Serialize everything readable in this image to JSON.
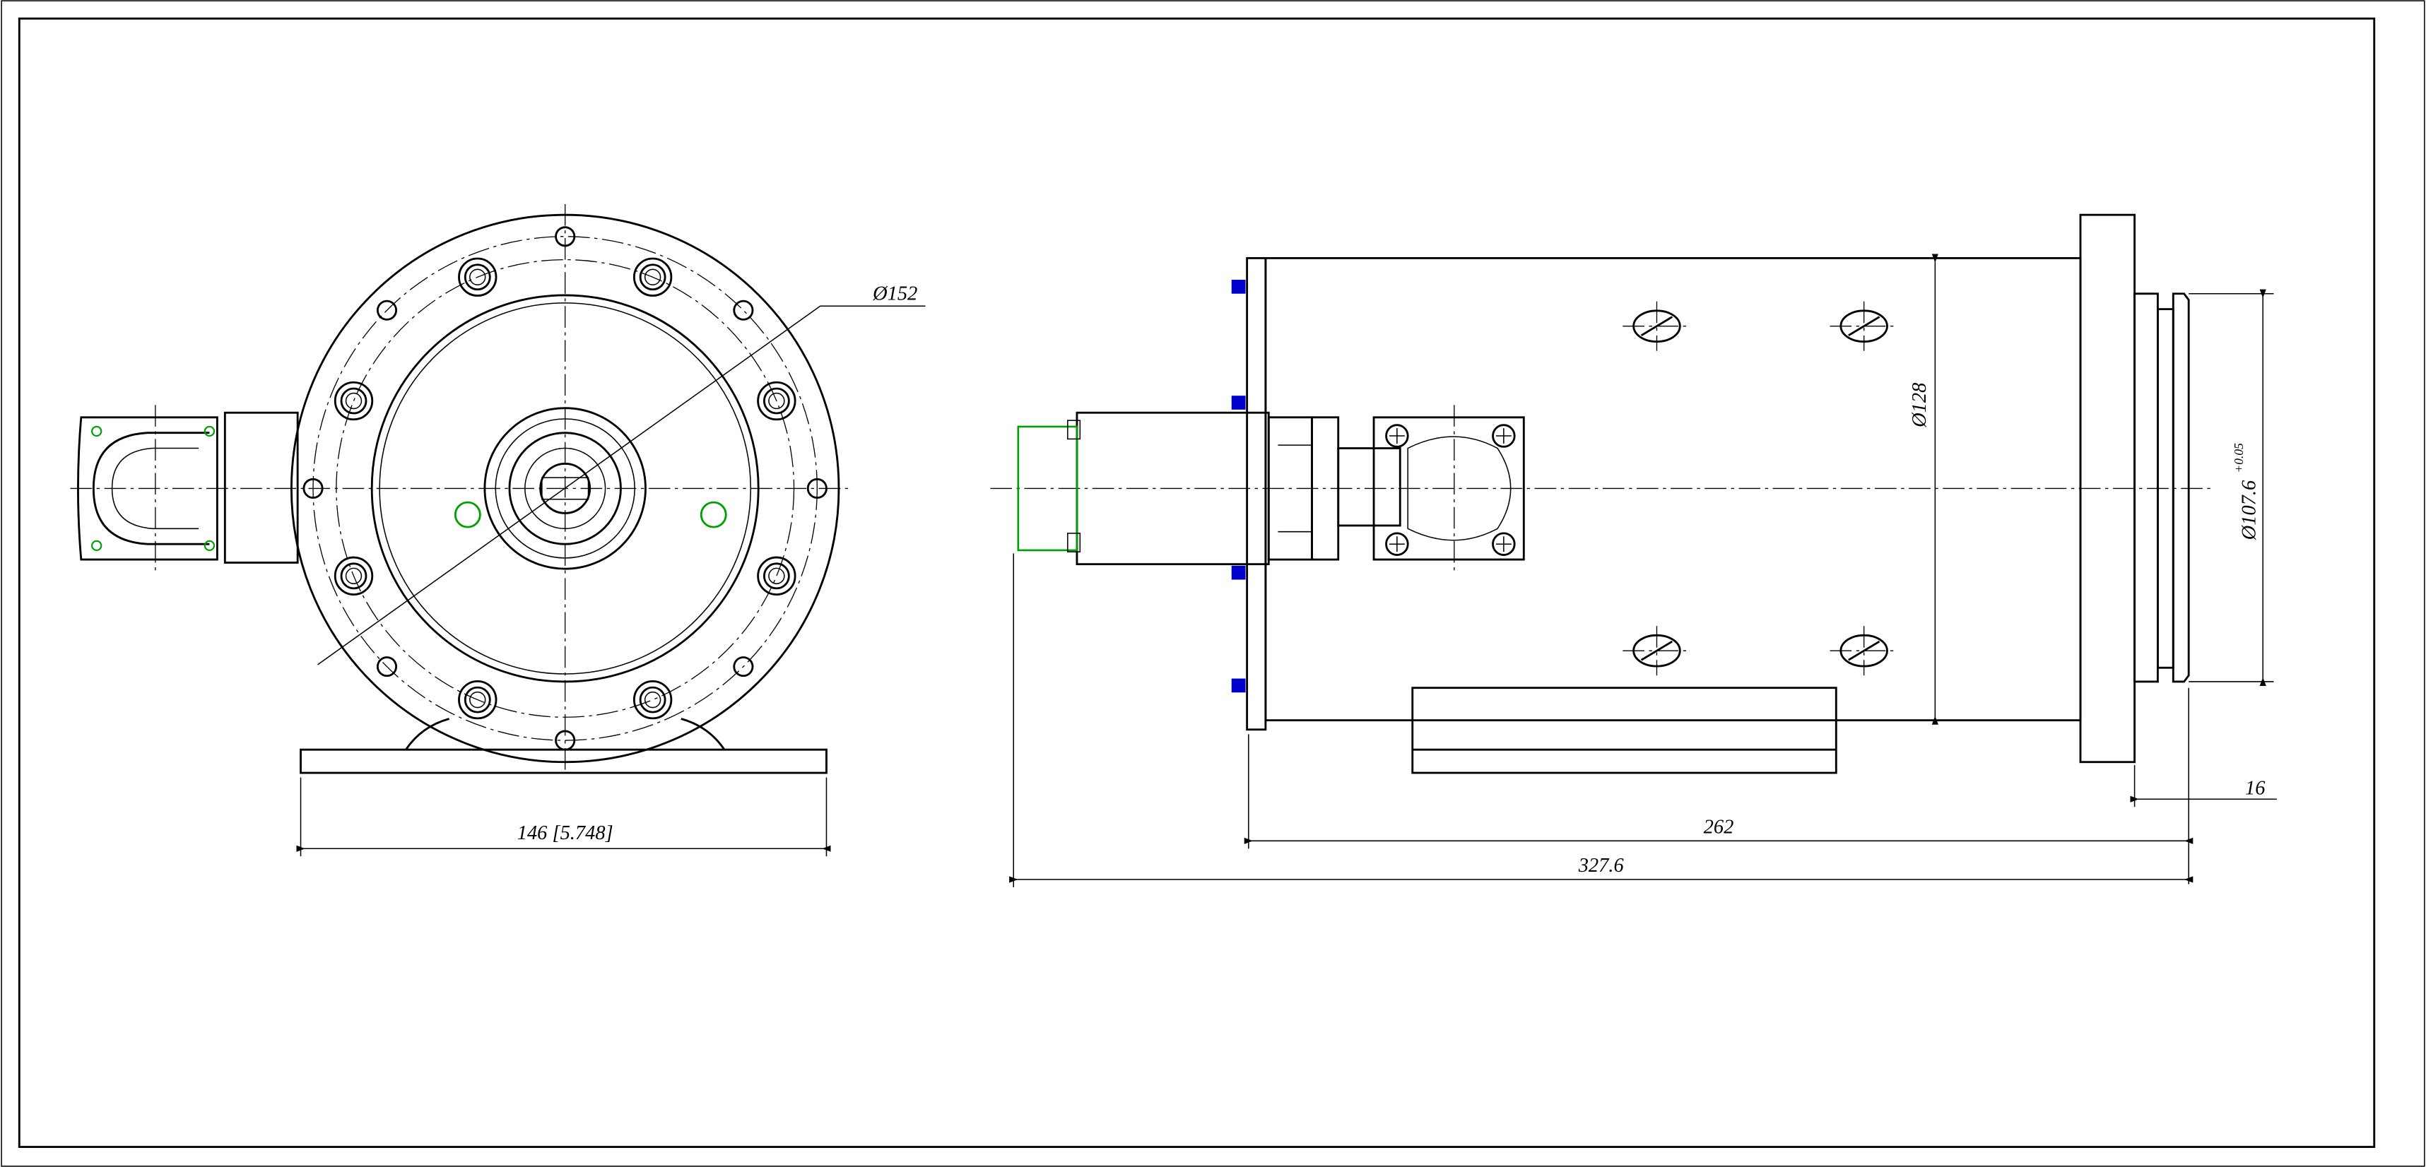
{
  "drawing": {
    "views": [
      "front-view",
      "side-view"
    ],
    "dimensions": {
      "flange_diameter": "Ø152",
      "base_width": "146 [5.748]",
      "body_diameter": "Ø128",
      "pilot_diameter": "Ø107.6",
      "pilot_tolerance": "+0.05",
      "pilot_length": "16",
      "body_length": "262",
      "overall_length": "327.6"
    },
    "colors": {
      "line": "#000000",
      "highlight_green": "#00a000",
      "highlight_blue": "#0000cc"
    }
  }
}
